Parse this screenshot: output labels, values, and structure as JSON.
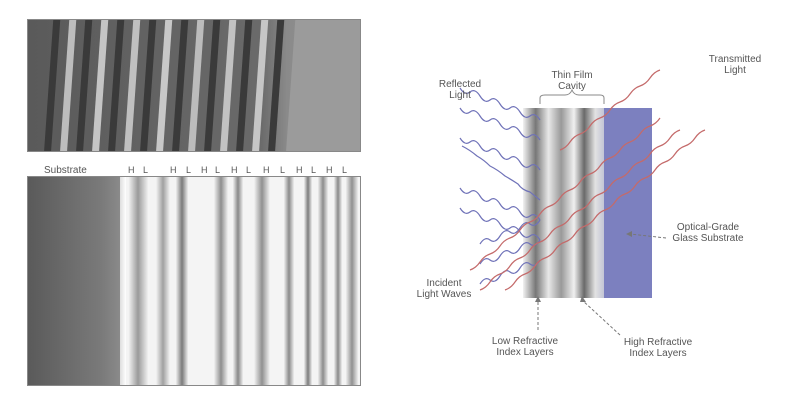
{
  "left_panel": {
    "substrate_label": "Substrate",
    "layer_ticks": [
      "H",
      "L",
      "H",
      "L",
      "H",
      "L",
      "H",
      "L",
      "H",
      "L",
      "H",
      "L",
      "H",
      "L"
    ]
  },
  "right_panel": {
    "reflected_label_line1": "Reflected",
    "reflected_label_line2": "Light",
    "thin_film_line1": "Thin Film",
    "thin_film_line2": "Cavity",
    "transmitted_line1": "Transmitted",
    "transmitted_line2": "Light",
    "substrate_line1": "Optical-Grade",
    "substrate_line2": "Glass Substrate",
    "incident_line1": "Incident",
    "incident_line2": "Light Waves",
    "low_line1": "Low Refractive",
    "low_line2": "Index Layers",
    "high_line1": "High Refractive",
    "high_line2": "Index Layers"
  },
  "colors": {
    "reflected_wave": "#6f72b8",
    "transmitted_wave": "#c46a6a",
    "glass_substrate": "#7c80bf"
  }
}
